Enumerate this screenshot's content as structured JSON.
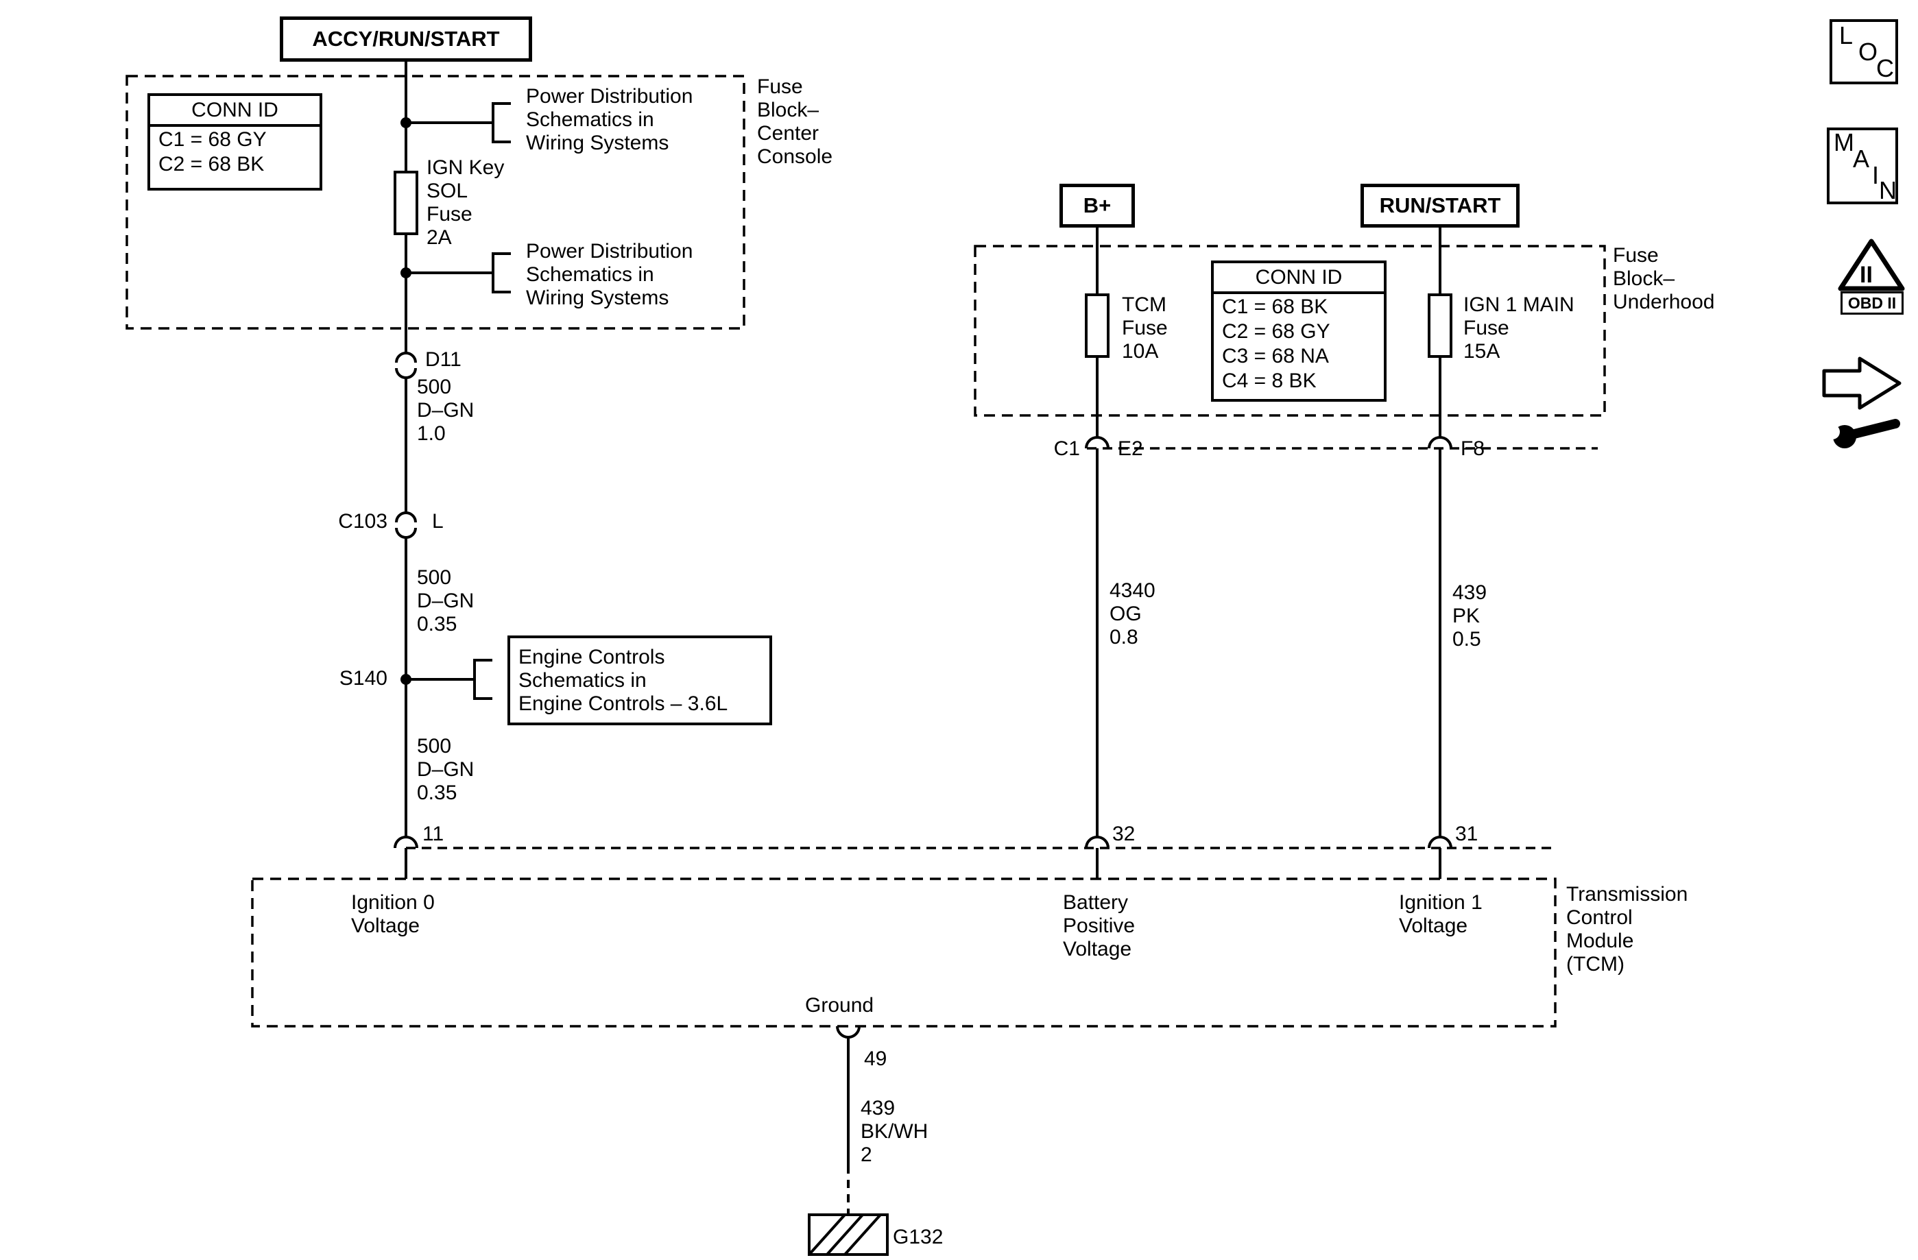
{
  "labels": {
    "accy": "ACCY/RUN/START",
    "bplus": "B+",
    "runstart": "RUN/START",
    "power_dist_top": "Power Distribution\nSchematics in\nWiring Systems",
    "power_dist_bottom": "Power Distribution\nSchematics in\nWiring Systems",
    "ign_key_fuse": "IGN Key\nSOL\nFuse\n2A",
    "fuse_block_cc": "Fuse\nBlock–\nCenter\nConsole",
    "conn_id_cc": {
      "header": "CONN ID",
      "rows": [
        "C1 = 68 GY",
        "C2 = 68 BK"
      ]
    },
    "d11": "D11",
    "wire_500_10": "500\nD–GN\n1.0",
    "c103": "C103",
    "c103_pin": "L",
    "wire_500_035a": "500\nD–GN\n0.35",
    "s140": "S140",
    "engine_controls": "Engine Controls\nSchematics in\nEngine Controls – 3.6L",
    "wire_500_035b": "500\nD–GN\n0.35",
    "pin11": "11",
    "ignition0": "Ignition 0\nVoltage",
    "tcm_fuse": "TCM\nFuse\n10A",
    "conn_id_uh": {
      "header": "CONN ID",
      "rows": [
        "C1 = 68 BK",
        "C2 = 68 GY",
        "C3 = 68 NA",
        "C4 = 8 BK"
      ]
    },
    "ign1_fuse": "IGN 1 MAIN\nFuse\n15A",
    "fuse_block_uh": "Fuse\nBlock–\nUnderhood",
    "c1": "C1",
    "e2": "E2",
    "f8": "F8",
    "wire_4340": "4340\nOG\n0.8",
    "wire_439_pk": "439\nPK\n0.5",
    "pin32": "32",
    "pin31": "31",
    "battery": "Battery\nPositive\nVoltage",
    "ignition1": "Ignition 1\nVoltage",
    "tcm": "Transmission\nControl\nModule\n(TCM)",
    "ground": "Ground",
    "pin49": "49",
    "wire_439_bkwh": "439\nBK/WH\n2",
    "g132": "G132"
  },
  "icons": {
    "loc": [
      "L",
      "O",
      "C"
    ],
    "main": [
      "M",
      "A",
      "I",
      "N"
    ],
    "obd_triangle": "II",
    "obd_label": "OBD II"
  },
  "colors": {
    "line": "#000000",
    "background": "#ffffff"
  }
}
